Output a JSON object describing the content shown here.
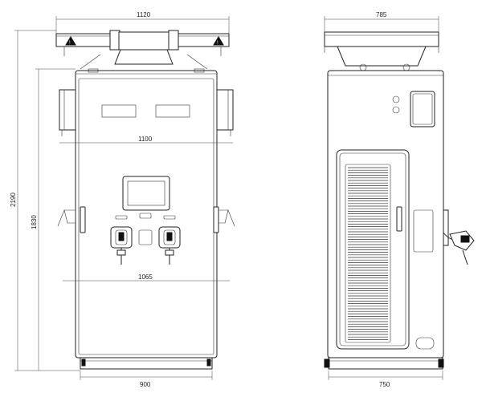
{
  "dimensions": {
    "front_overall_width": "1120",
    "front_overall_height": "2190",
    "front_body_height": "1830",
    "front_inner_width_upper": "1100",
    "front_inner_width_lower": "1065",
    "front_base_width": "900",
    "side_overall_width": "785",
    "side_base_width": "750"
  },
  "icons": {
    "warning": "warning-triangle-icon",
    "cable": "charging-cable-icon"
  },
  "colors": {
    "line": "#222222",
    "background": "#ffffff"
  }
}
